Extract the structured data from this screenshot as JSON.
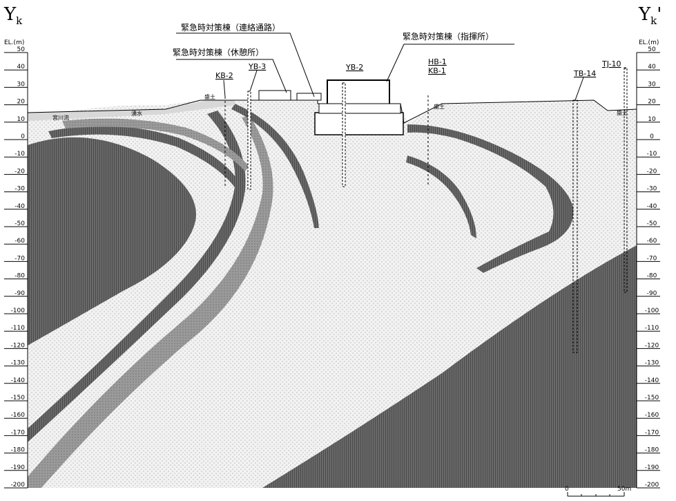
{
  "section": {
    "title_left": "Y",
    "title_left_sub": "k",
    "title_right": "Y",
    "title_right_sub": "k",
    "title_right_suffix": "'"
  },
  "axis": {
    "label_left": "EL.(m)",
    "label_right": "EL.(m)",
    "ticks_left": [
      "50",
      "40",
      "30",
      "20",
      "10",
      "0",
      "-10",
      "-20",
      "-30",
      "-40",
      "-50",
      "-60",
      "-70",
      "-80",
      "-90",
      "-100",
      "-110",
      "-120",
      "-130",
      "-140",
      "-150",
      "-160",
      "-170",
      "-180",
      "-190",
      "-200"
    ],
    "ticks_right": [
      "50",
      "40",
      "30",
      "20",
      "10",
      "0",
      "-10",
      "-20",
      "-30",
      "-40",
      "-50",
      "-60",
      "-70",
      "-80",
      "-90",
      "-100",
      "-110",
      "-120",
      "-130",
      "-140",
      "-150",
      "-160",
      "-170",
      "-180",
      "-190",
      "-200"
    ]
  },
  "buildings": {
    "liaison": "緊急時対策棟（連絡通路）",
    "rest": "緊急時対策棟（休憩所）",
    "command": "緊急時対策棟（指揮所）"
  },
  "boreholes": [
    "KB-2",
    "YB-3",
    "YB-2",
    "HB-1",
    "KB-1",
    "TB-14",
    "TJ-10"
  ],
  "ground_labels": {
    "fill_left": "盛土",
    "fill_right": "盛土",
    "fill_far_right": "盛土",
    "river": "宮川流",
    "water": "湧水"
  },
  "scale": {
    "zero": "0",
    "max": "50m"
  },
  "colors": {
    "dark_layer": "#555555",
    "light_layer": "#e6e6e6",
    "mid_layer": "#8a8a8a"
  }
}
